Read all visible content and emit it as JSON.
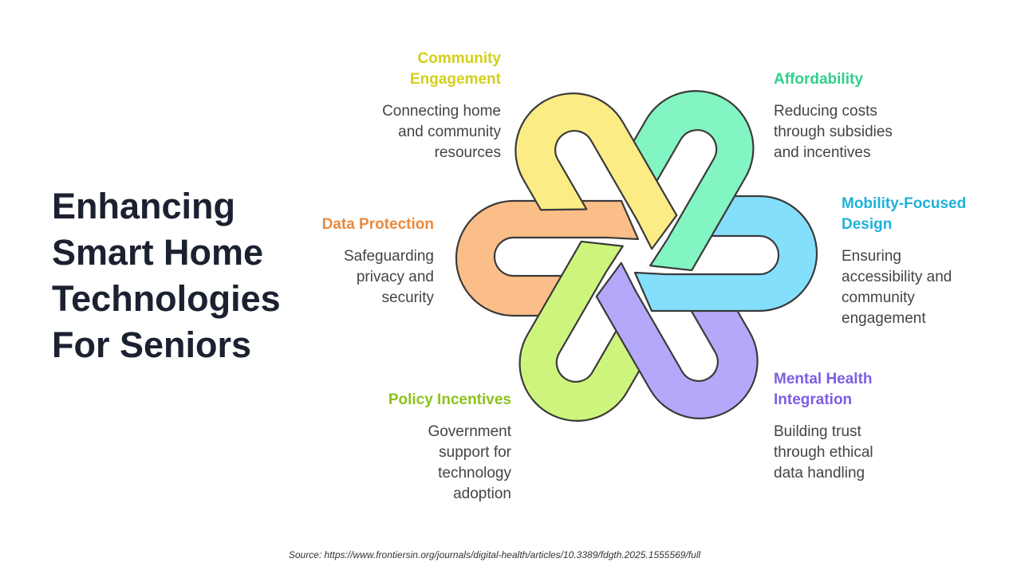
{
  "title_lines": [
    "Enhancing",
    "Smart Home",
    "Technologies",
    "For Seniors"
  ],
  "items": {
    "community": {
      "title_lines": [
        "Community",
        "Engagement"
      ],
      "desc_lines": [
        "Connecting home",
        "and community",
        "resources"
      ],
      "color": "#d4cf1b",
      "fill": "#fbec85"
    },
    "affordability": {
      "title_lines": [
        "Affordability"
      ],
      "desc_lines": [
        "Reducing costs",
        "through subsidies",
        "and incentives"
      ],
      "color": "#2fcf8c",
      "fill": "#82f5c2"
    },
    "mobility": {
      "title_lines": [
        "Mobility-Focused",
        "Design"
      ],
      "desc_lines": [
        "Ensuring",
        "accessibility and",
        "community",
        "engagement"
      ],
      "color": "#1fb2d9",
      "fill": "#84dffc"
    },
    "mental": {
      "title_lines": [
        "Mental Health",
        "Integration"
      ],
      "desc_lines": [
        "Building trust",
        "through ethical",
        "data handling"
      ],
      "color": "#7d5ee3",
      "fill": "#b4a8fb"
    },
    "policy": {
      "title_lines": [
        "Policy Incentives"
      ],
      "desc_lines": [
        "Government",
        "support for",
        "technology",
        "adoption"
      ],
      "color": "#8cc21d",
      "fill": "#cdf57d"
    },
    "data": {
      "title_lines": [
        "Data Protection"
      ],
      "desc_lines": [
        "Safeguarding",
        "privacy and",
        "security"
      ],
      "color": "#e9893c",
      "fill": "#fcbe88"
    }
  },
  "source": "Source: https://www.frontiersin.org/journals/digital-health/articles/10.3389/fdgth.2025.1555569/full"
}
